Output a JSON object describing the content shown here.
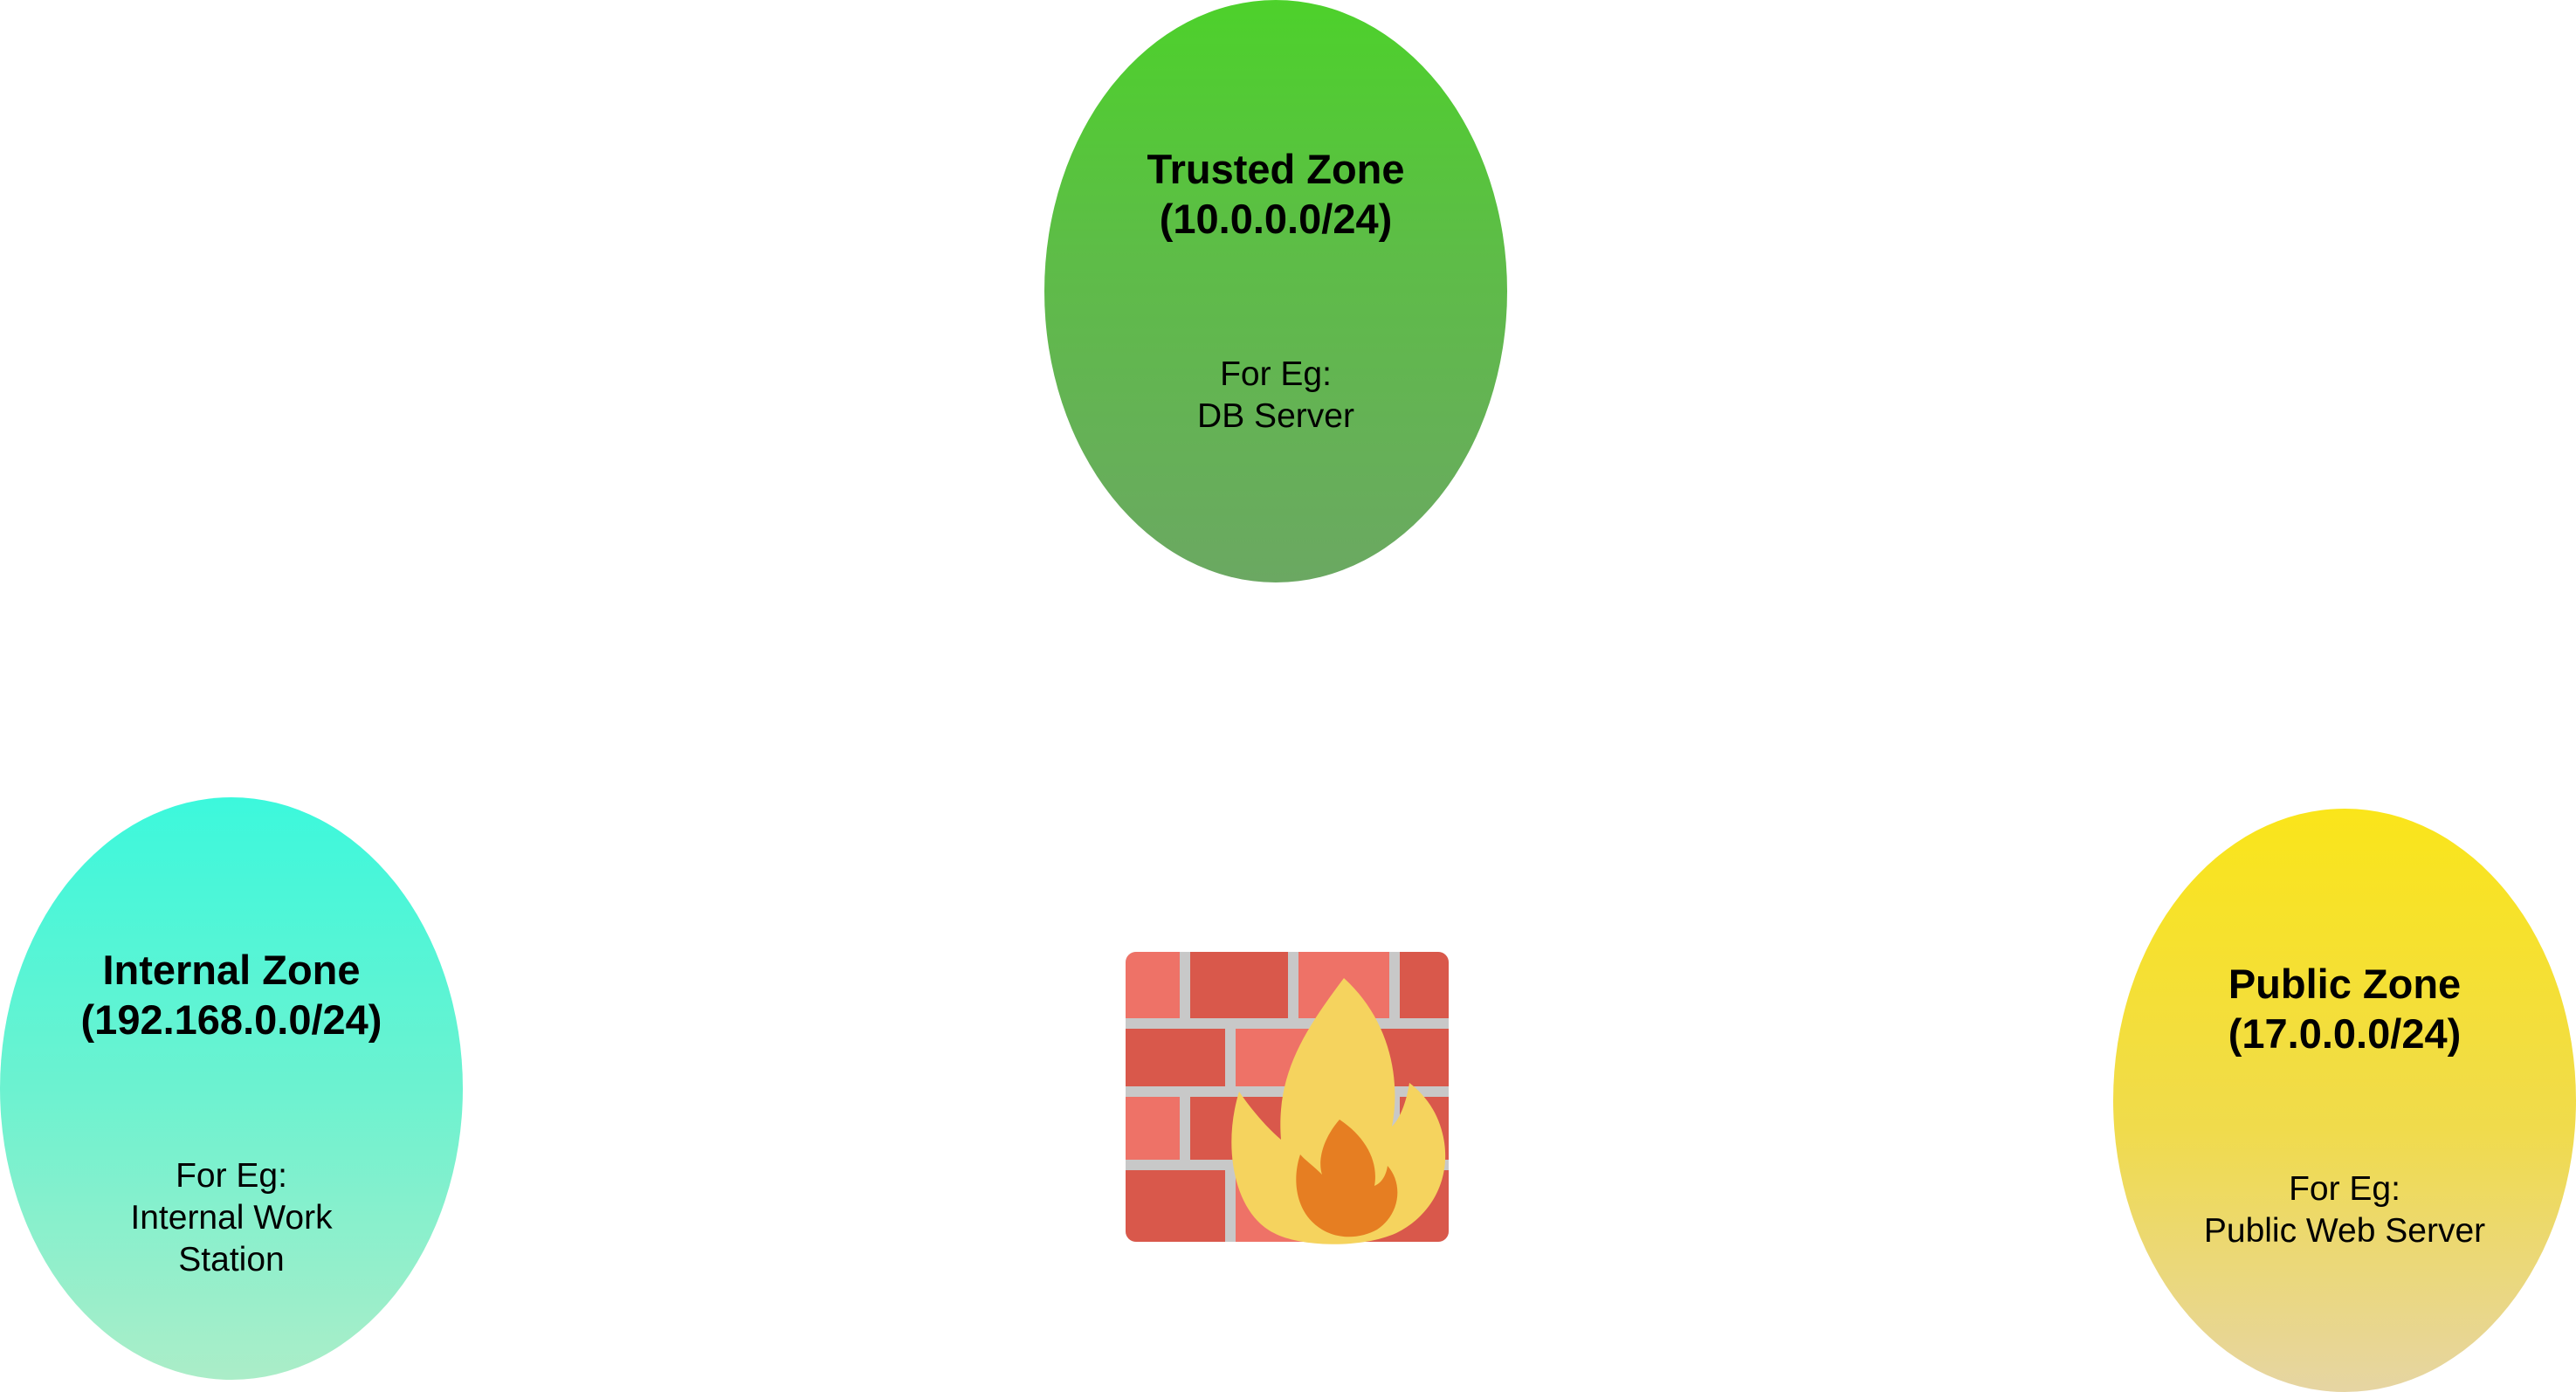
{
  "zones": {
    "trusted": {
      "title": "Trusted Zone\n(10.0.0.0/24)",
      "example": "For Eg:\nDB Server",
      "color": "#4dd12b"
    },
    "internal": {
      "title": "Internal Zone\n(192.168.0.0/24)",
      "example": "For Eg:\nInternal Work\nStation",
      "color": "#3cf8dc"
    },
    "public": {
      "title": "Public Zone\n(17.0.0.0/24)",
      "example": "For Eg:\nPublic Web Server",
      "color": "#fae51a"
    }
  },
  "firewall": {
    "icon": "firewall-icon",
    "brick_color": "#d9584b",
    "flame_color": "#f5d35e",
    "inner_flame_color": "#e67e22"
  }
}
